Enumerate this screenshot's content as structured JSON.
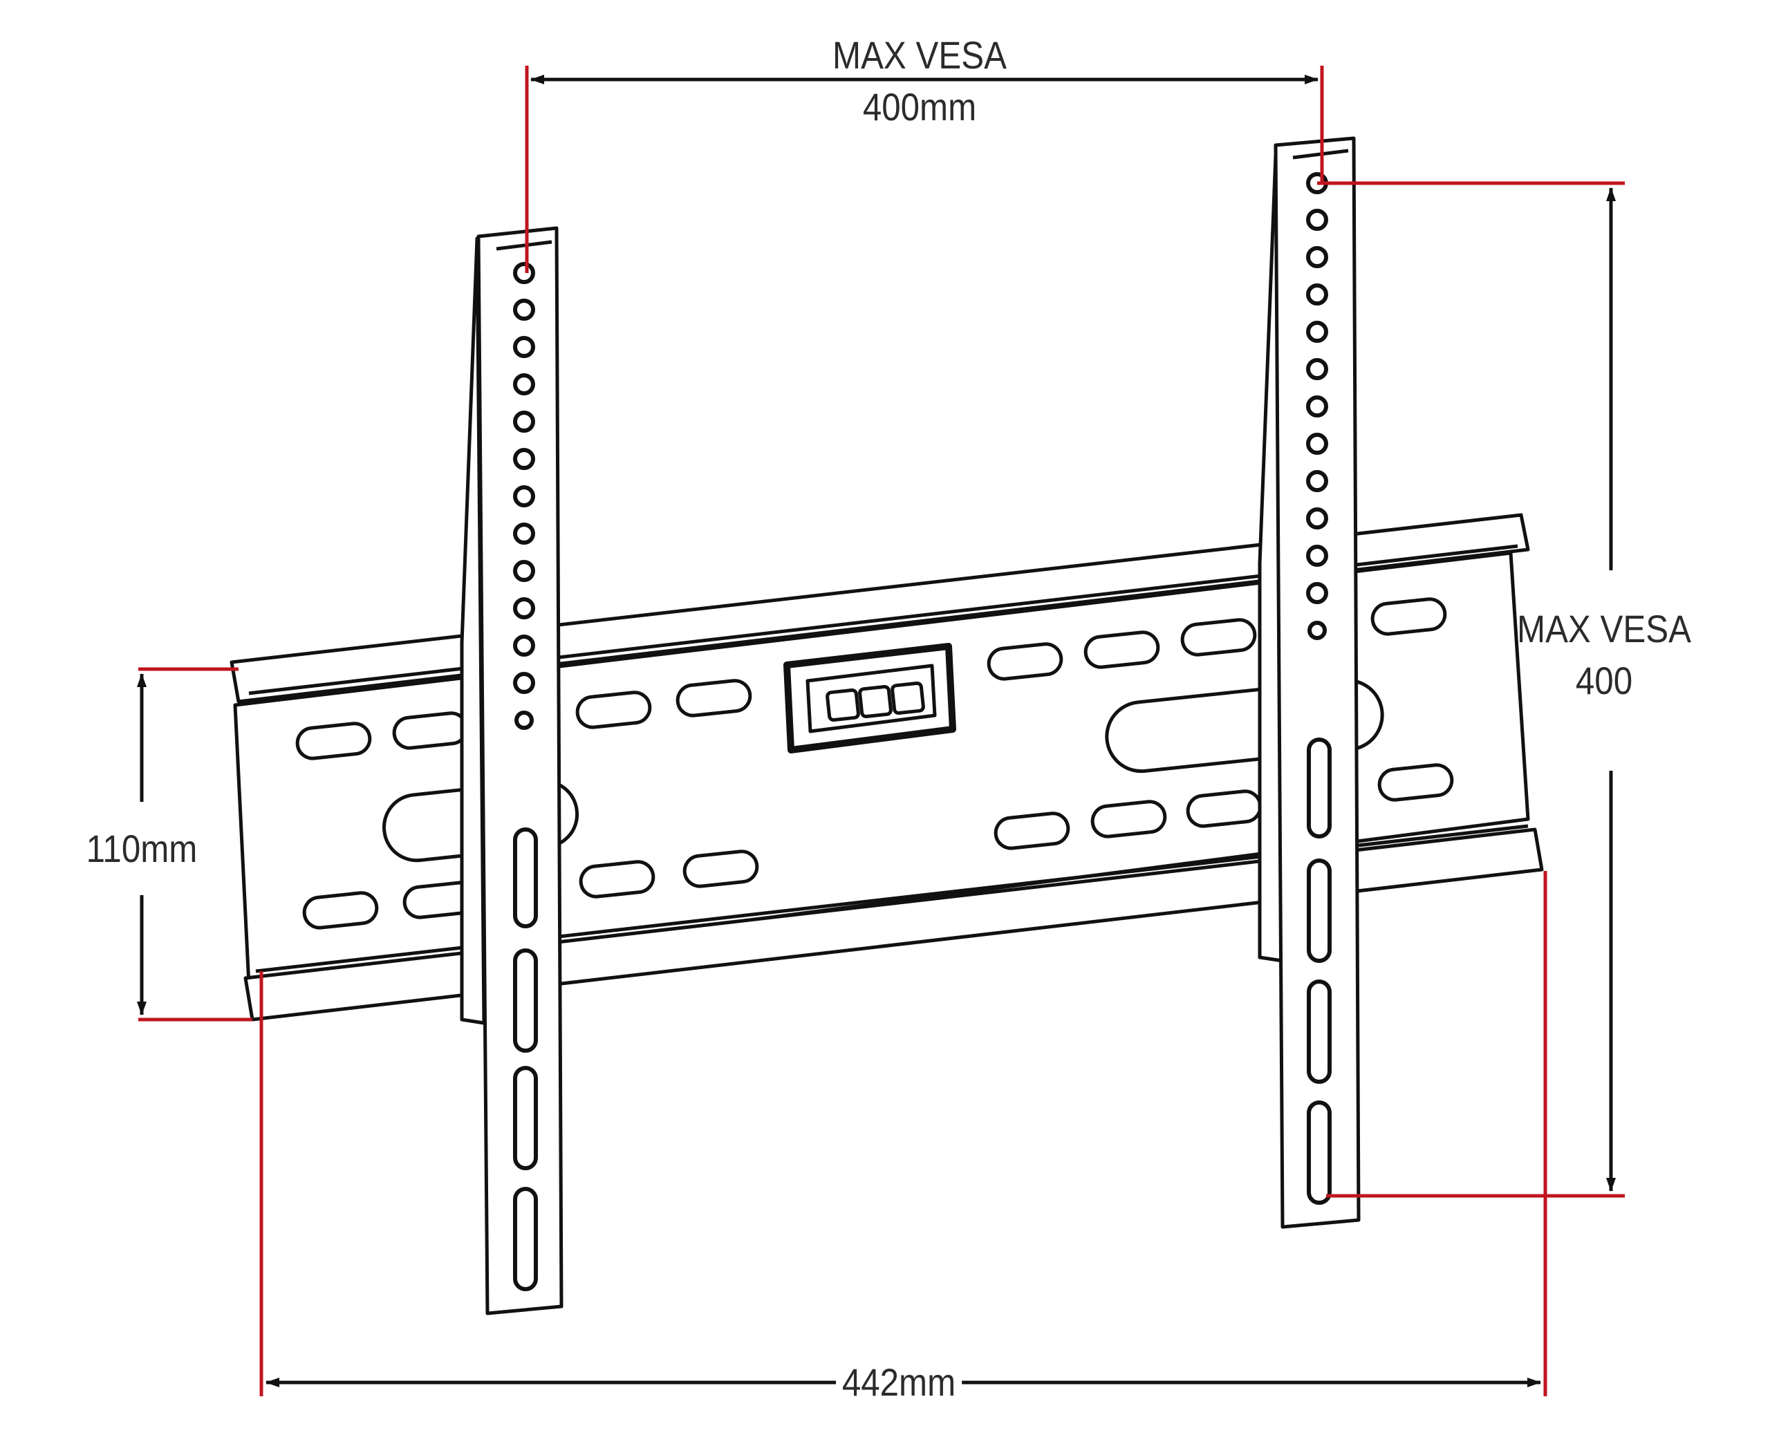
{
  "colors": {
    "outline": "#111111",
    "dimension_red": "#c0151f",
    "arrow": "#111111",
    "text": "#2b2b2b",
    "background": "#ffffff"
  },
  "dimensions": {
    "top": {
      "line1": "MAX VESA",
      "line2": "400mm"
    },
    "right": {
      "line1": "MAX VESA",
      "line2": "400"
    },
    "left": {
      "label": "110mm"
    },
    "bottom": {
      "label": "442mm"
    }
  }
}
